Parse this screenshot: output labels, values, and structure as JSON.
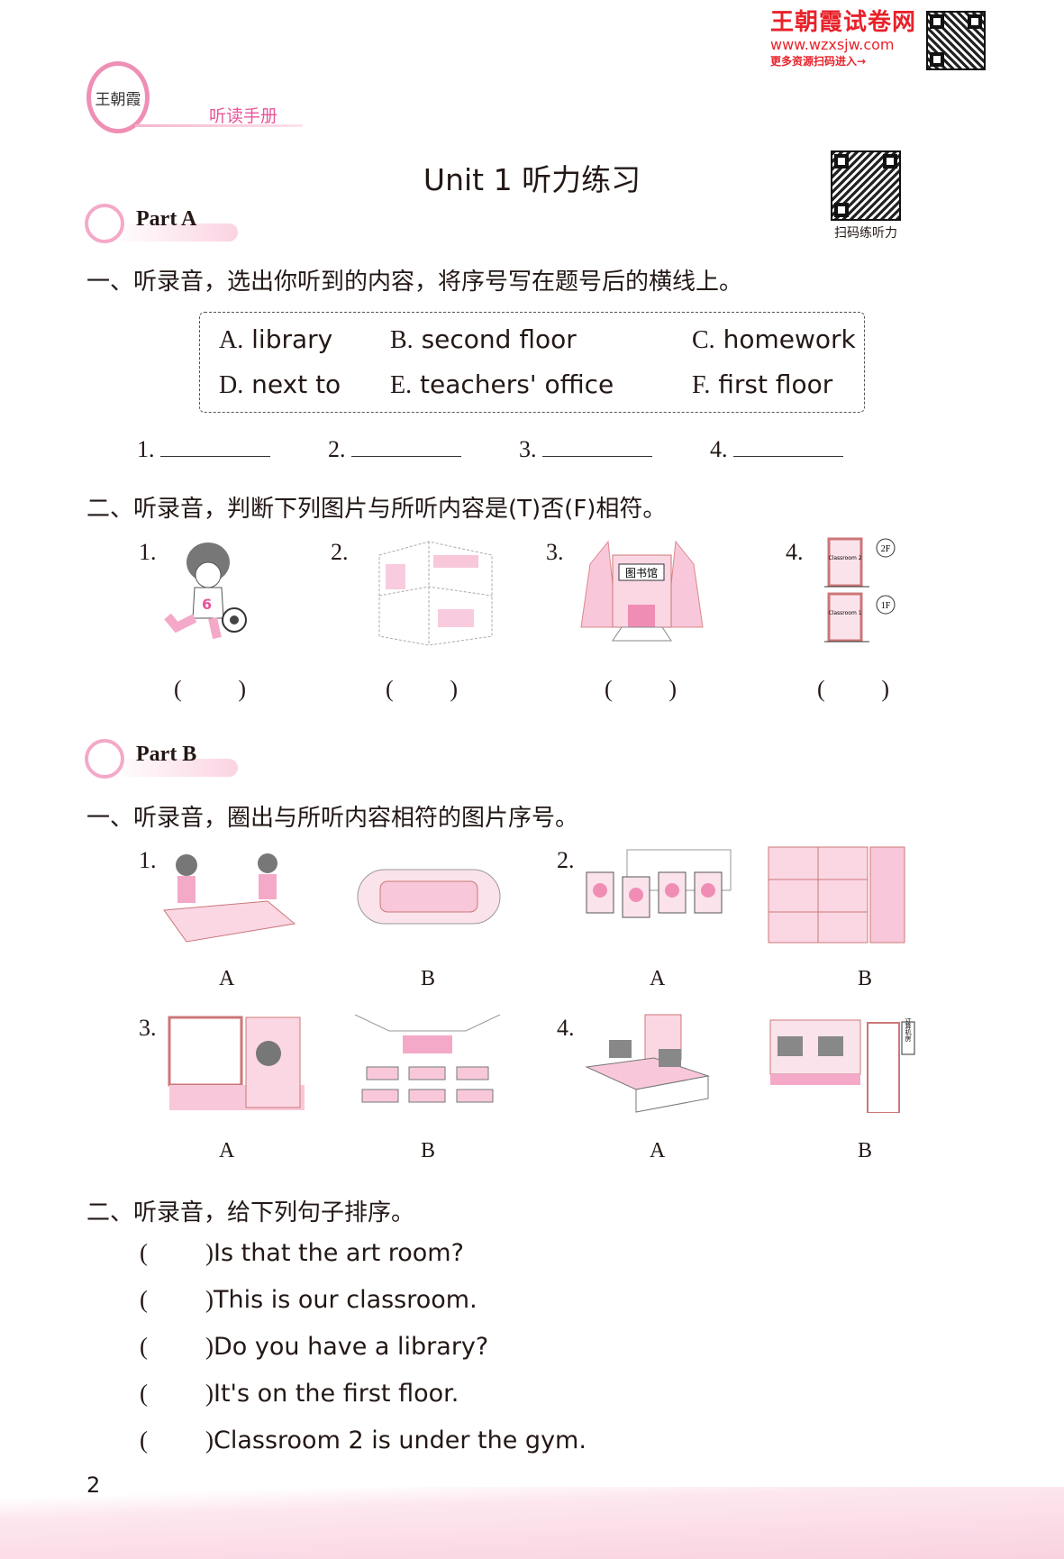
{
  "header": {
    "brand_name": "王朝霞试卷网",
    "brand_url": "www.wzxsjw.com",
    "brand_more": "更多资源扫码进入→",
    "logo_text": "王朝霞",
    "series": "听读手册"
  },
  "title": "Unit 1  听力练习",
  "qr_caption": "扫码练听力",
  "part_a": {
    "label": "Part A",
    "q1": {
      "heading": "一、听录音，选出你听到的内容，将序号写在题号后的横线上。",
      "options": [
        {
          "letter": "A.",
          "text": "library"
        },
        {
          "letter": "B.",
          "text": "second floor"
        },
        {
          "letter": "C.",
          "text": "homework"
        },
        {
          "letter": "D.",
          "text": "next to"
        },
        {
          "letter": "E.",
          "text": "teachers' office"
        },
        {
          "letter": "F.",
          "text": "first floor"
        }
      ],
      "blanks": [
        "1.",
        "2.",
        "3.",
        "4."
      ]
    },
    "q2": {
      "heading": "二、听录音，判断下列图片与所听内容是(T)否(F)相符。",
      "items": [
        "1.",
        "2.",
        "3.",
        "4."
      ],
      "paren_open": "(",
      "paren_close": ")",
      "pic3_sign": "图书馆",
      "door_labels": [
        "2F",
        "1F"
      ],
      "door_texts": [
        "Classroom 2",
        "Classroom 1"
      ]
    }
  },
  "part_b": {
    "label": "Part B",
    "q1": {
      "heading": "一、听录音，圈出与所听内容相符的图片序号。",
      "items": [
        "1.",
        "2.",
        "3.",
        "4."
      ],
      "choice_a": "A",
      "choice_b": "B",
      "sign_text": "计算机房"
    },
    "q2": {
      "heading": "二、听录音，给下列句子排序。",
      "sentences": [
        "Is that the art room?",
        "This is our classroom.",
        "Do you have a library?",
        "It's on the first floor.",
        "Classroom 2 is under the gym."
      ]
    }
  },
  "page_number": "2",
  "colors": {
    "accent": "#e9559a",
    "pink": "#f4a9c8",
    "brand_red": "#e8222a"
  }
}
